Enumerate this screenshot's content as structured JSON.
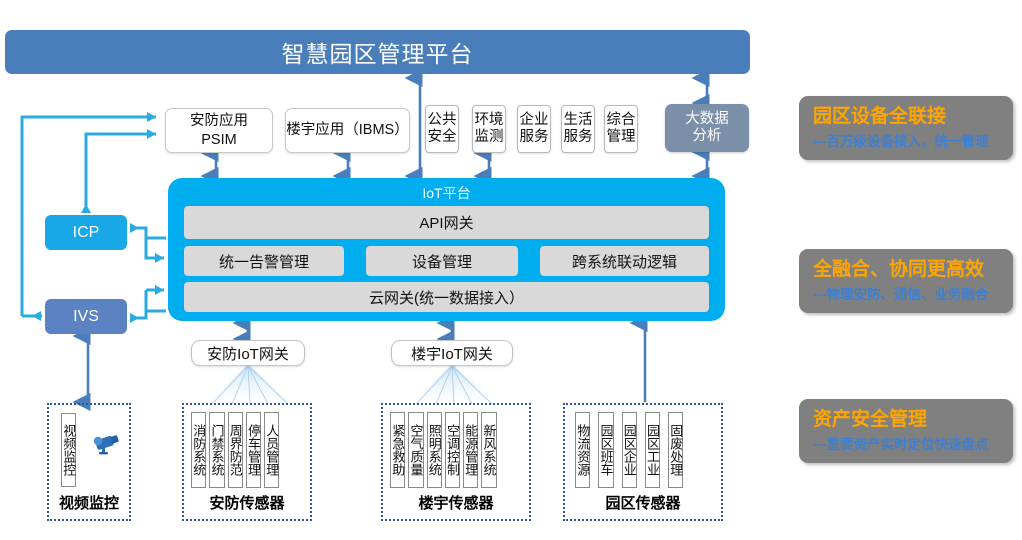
{
  "banner": {
    "title": "智慧园区管理平台"
  },
  "apps": {
    "psim": {
      "line1": "安防应用",
      "line2": "PSIM"
    },
    "ibms": {
      "label": "楼宇应用（IBMS）"
    },
    "small": [
      {
        "line1": "公共",
        "line2": "安全"
      },
      {
        "line1": "环境",
        "line2": "监测"
      },
      {
        "line1": "企业",
        "line2": "服务"
      },
      {
        "line1": "生活",
        "line2": "服务"
      },
      {
        "line1": "综合",
        "line2": "管理"
      }
    ],
    "bigdata": {
      "line1": "大数据",
      "line2": "分析"
    }
  },
  "left_nodes": {
    "icp": "ICP",
    "ivs": "IVS"
  },
  "iot": {
    "title": "IoT平台",
    "api_gateway": "API网关",
    "middle": [
      "统一告警管理",
      "设备管理",
      "跨系统联动逻辑"
    ],
    "cloud_gateway": "云网关(统一数据接入）"
  },
  "gateways": {
    "security": "安防IoT网关",
    "building": "楼宇IoT网关"
  },
  "groups": [
    {
      "title": "视频监控",
      "items": [
        "视频监控"
      ]
    },
    {
      "title": "安防传感器",
      "items": [
        "消防系统",
        "门禁系统",
        "周界防范",
        "停车管理",
        "人员管理"
      ]
    },
    {
      "title": "楼宇传感器",
      "items": [
        "紧急救助",
        "空气质量",
        "照明系统",
        "空调控制",
        "能源管理",
        "新风系统"
      ]
    },
    {
      "title": "园区传感器",
      "items": [
        "物流资源",
        "园区班车",
        "园区企业",
        "园区工业",
        "固废处理"
      ]
    }
  ],
  "callouts": [
    {
      "title": "园区设备全联接",
      "sub": "---百万级设备接入，统一管理"
    },
    {
      "title": "全融合、协同更高效",
      "sub": "---物理安防、通信、业务融合"
    },
    {
      "title": "资产安全管理",
      "sub": "---重要资产实时定位快速盘点"
    }
  ],
  "colors": {
    "banner": "#4A7EBB",
    "iot_platform": "#00AEEF",
    "icp": "#18A8E8",
    "ivs": "#5B82C2",
    "bigdata": "#7B8FA8",
    "callout_bg": "#808080",
    "callout_title": "#FFA500",
    "callout_sub": "#3D7FD1",
    "arrow_blue": "#4A7EBB",
    "arrow_cyan": "#29ABE2"
  }
}
